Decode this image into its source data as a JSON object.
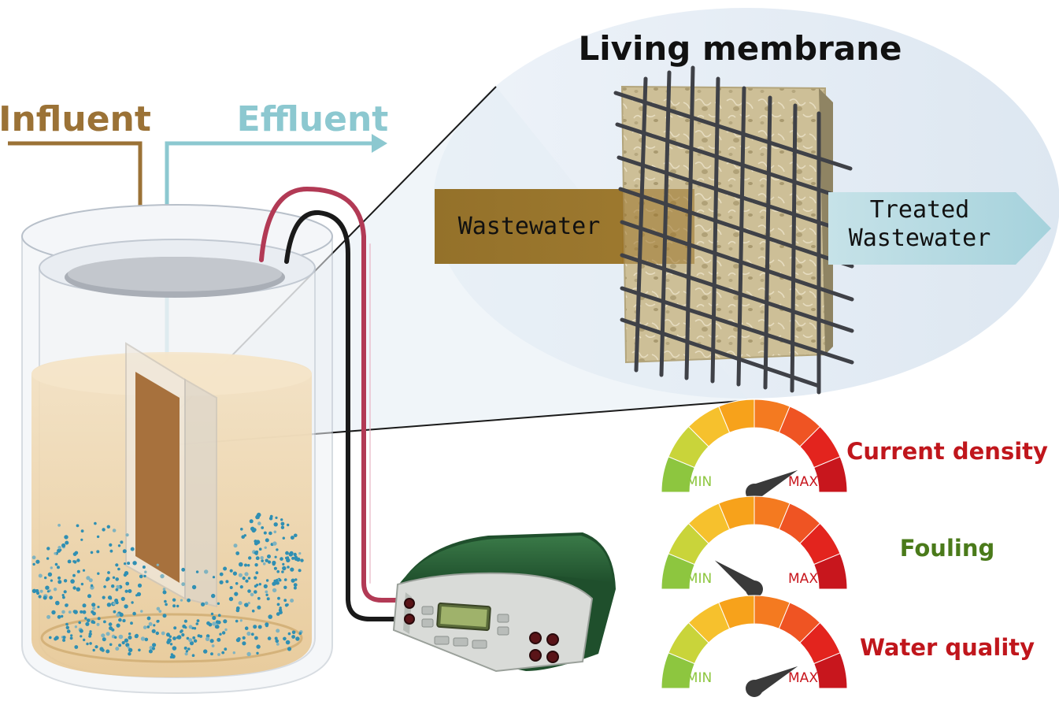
{
  "labels": {
    "influent": "Influent",
    "effluent": "Effluent",
    "living_membrane": "Living membrane",
    "wastewater": "Wastewater",
    "treated_line1": "Treated",
    "treated_line2": "Wastewater"
  },
  "gauges": [
    {
      "label": "Current density",
      "min_label": "MIN",
      "max_label": "MAX",
      "level": 0.85,
      "label_color": "#c0161c"
    },
    {
      "label": "Fouling",
      "min_label": "MIN",
      "max_label": "MAX",
      "level": 0.2,
      "label_color": "#4a7a1a"
    },
    {
      "label": "Water quality",
      "min_label": "MIN",
      "max_label": "MAX",
      "level": 0.85,
      "label_color": "#c0161c"
    }
  ],
  "colors": {
    "influent": "#9b7236",
    "effluent": "#8cc8d0",
    "wastewater_band": "#9b7328",
    "treated_arrow": "#a7d3dc",
    "zoom_bubble": "#e6eef6",
    "device_shell": "#2f6b3e",
    "wire_red": "#b23a55",
    "wire_black": "#1a1a1a"
  }
}
